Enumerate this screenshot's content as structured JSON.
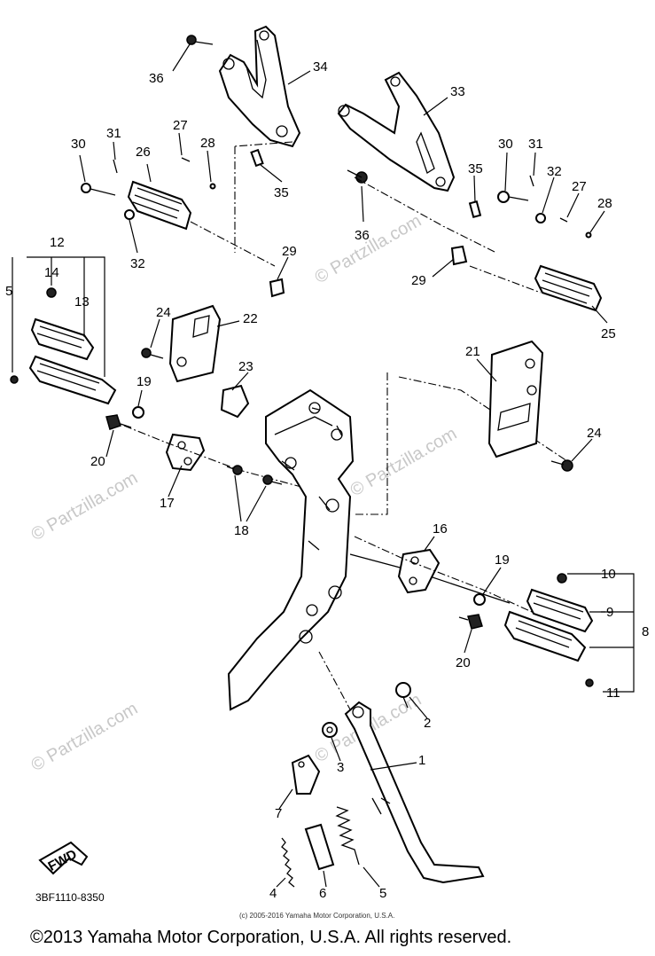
{
  "watermark": "© Partzilla.com",
  "diagram_code": "3BF1110-8350",
  "small_copyright": "(c) 2005-2016 Yamaha Motor Corporation, U.S.A.",
  "footer_copyright": "©2013 Yamaha Motor Corporation, U.S.A. All rights reserved.",
  "fwd_label": "FWD",
  "callouts": {
    "c36a": "36",
    "c34": "34",
    "c33": "33",
    "c27a": "27",
    "c28a": "28",
    "c30a": "30",
    "c31a": "31",
    "c26": "26",
    "c35a": "35",
    "c30b": "30",
    "c31b": "31",
    "c35b": "35",
    "c32b": "32",
    "c27b": "27",
    "c28b": "28",
    "c36b": "36",
    "c12": "12",
    "c32a": "32",
    "c29a": "29",
    "c14": "14",
    "c5a": "5",
    "c13": "13",
    "c29b": "29",
    "c24a": "24",
    "c22": "22",
    "c25": "25",
    "c23": "23",
    "c21": "21",
    "c19a": "19",
    "c24b": "24",
    "c20a": "20",
    "c17": "17",
    "c18": "18",
    "c16": "16",
    "c19b": "19",
    "c10": "10",
    "c9": "9",
    "c8": "8",
    "c20b": "20",
    "c11": "11",
    "c2": "2",
    "c1": "1",
    "c3": "3",
    "c7": "7",
    "c4": "4",
    "c6": "6",
    "c5b": "5"
  }
}
